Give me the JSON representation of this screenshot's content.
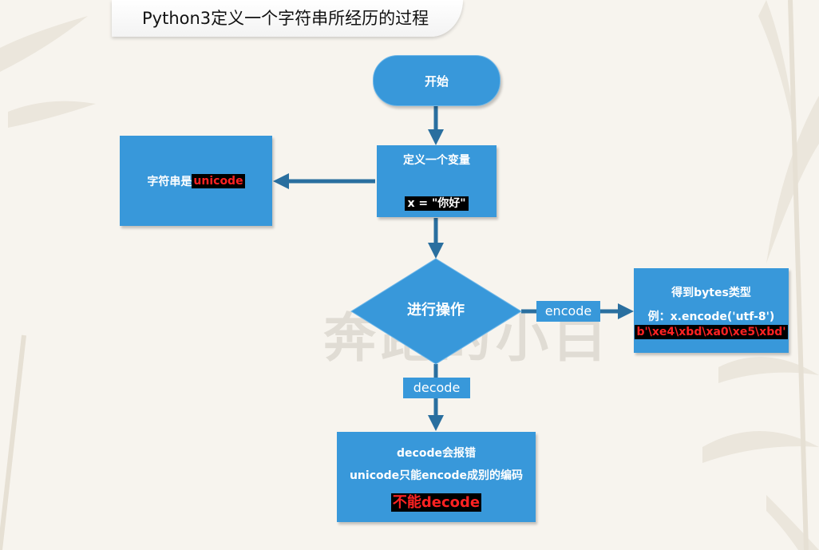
{
  "title": "Python3定义一个字符串所经历的过程",
  "watermark": "奔跑的小白",
  "nodes": {
    "start": "开始",
    "define_line1": "定义一个变量",
    "define_line2": "x = \"你好\"",
    "unicode_prefix": "字符串是",
    "unicode_highlight": "unicode",
    "decision": "进行操作",
    "bytes_line1": "得到bytes类型",
    "bytes_line2": "例：x.encode('utf-8')",
    "bytes_line3": "b'\\xe4\\xbd\\xa0\\xe5\\xbd'",
    "error_line1": "decode会报错",
    "error_line2": "unicode只能encode成别的编码",
    "error_line3": "不能decode"
  },
  "edges": {
    "encode": "encode",
    "decode": "decode"
  },
  "colors": {
    "node_fill": "#3898da",
    "arrow": "#2a6f9f",
    "highlight_text": "#ff2222",
    "background": "#f7f4ee"
  }
}
